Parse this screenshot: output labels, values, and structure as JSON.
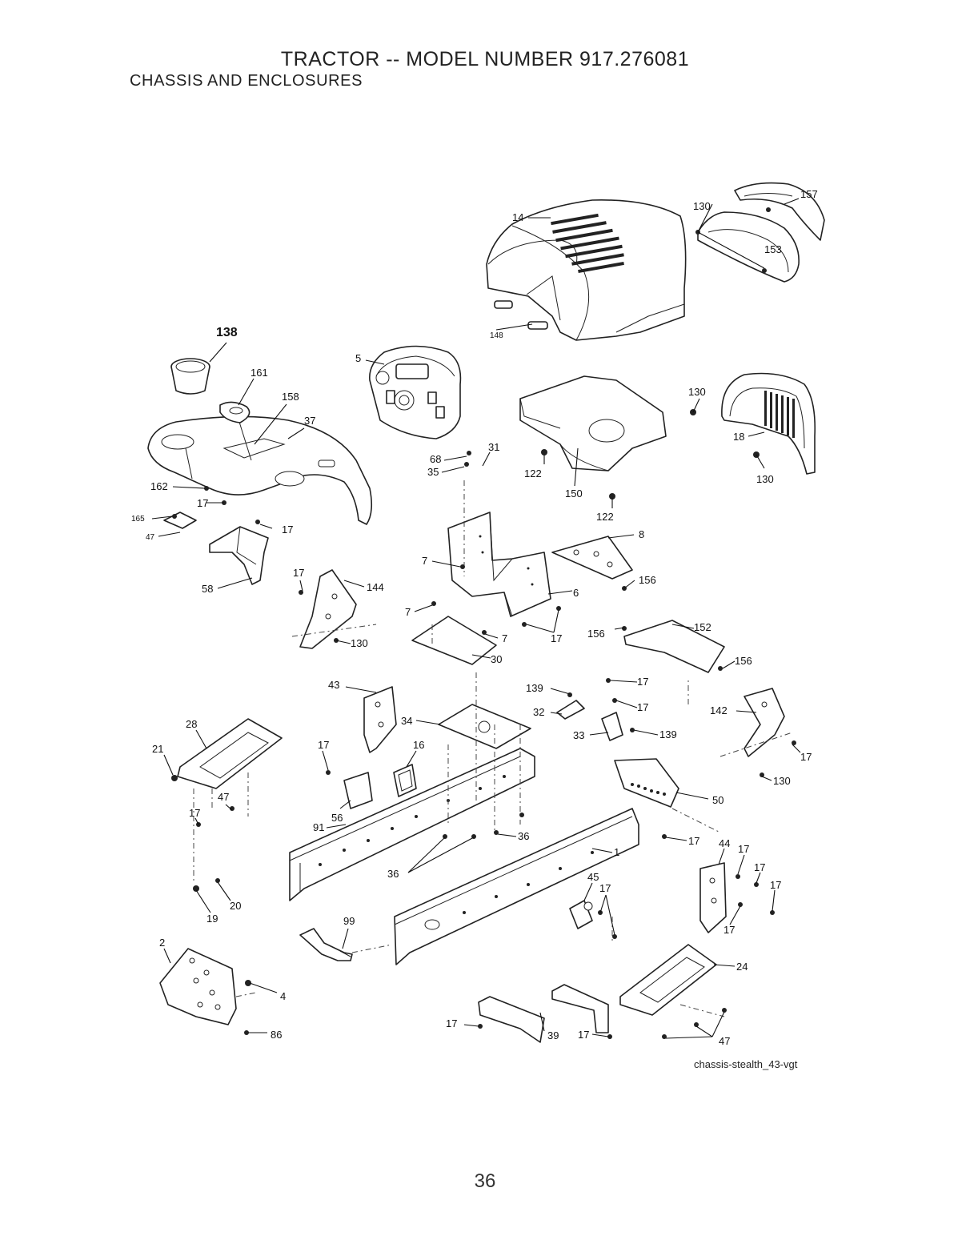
{
  "header": {
    "title": "TRACTOR -- MODEL NUMBER 917.276081",
    "subtitle": "CHASSIS AND ENCLOSURES"
  },
  "diagram": {
    "callouts": [
      "157",
      "14",
      "153",
      "130",
      "148",
      "138",
      "5",
      "161",
      "158",
      "37",
      "130",
      "18",
      "130",
      "68",
      "31",
      "35",
      "122",
      "150",
      "122",
      "162",
      "17",
      "165",
      "47",
      "17",
      "8",
      "58",
      "17",
      "144",
      "7",
      "156",
      "6",
      "7",
      "7",
      "17",
      "130",
      "156",
      "152",
      "30",
      "156",
      "43",
      "139",
      "17",
      "17",
      "32",
      "142",
      "28",
      "34",
      "33",
      "139",
      "21",
      "17",
      "16",
      "17",
      "130",
      "47",
      "50",
      "17",
      "56",
      "91",
      "36",
      "17",
      "44",
      "17",
      "1",
      "36",
      "17",
      "17",
      "45",
      "17",
      "20",
      "19",
      "17",
      "99",
      "2",
      "24",
      "4",
      "86",
      "17",
      "39",
      "17",
      "47"
    ]
  },
  "footer": {
    "caption": "chassis-stealth_43-vgt",
    "page_number": "36"
  }
}
